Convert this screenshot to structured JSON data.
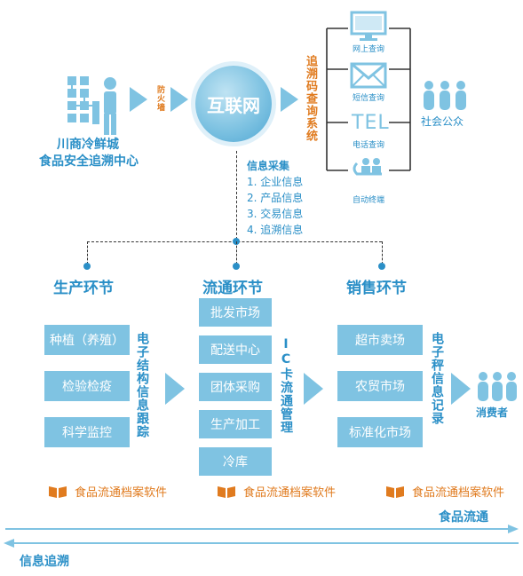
{
  "center": {
    "line1": "川商冷鲜城",
    "line2": "食品安全追溯中心"
  },
  "firewall": "防火墙",
  "internet": "互联网",
  "query_system": "追溯码查询系统",
  "query_methods": [
    "网上查询",
    "短信查询",
    "电话查询",
    "自动终端"
  ],
  "tel_text": "TEL",
  "public": "社会公众",
  "info_collection": {
    "title": "信息采集",
    "items": [
      "1.  企业信息",
      "2.  产品信息",
      "3.  交易信息",
      "4.  追溯信息"
    ]
  },
  "stages": {
    "production": {
      "title": "生产环节",
      "items": [
        "种植（养殖）",
        "检验检疫",
        "科学监控"
      ],
      "side": "电子结构信息跟踪"
    },
    "circulation": {
      "title": "流通环节",
      "items": [
        "批发市场",
        "配送中心",
        "团体采购",
        "生产加工",
        "冷库"
      ],
      "side": "IC卡流通管理"
    },
    "sales": {
      "title": "销售环节",
      "items": [
        "超市卖场",
        "农贸市场",
        "标准化市场"
      ],
      "side": "电子秤信息记录"
    }
  },
  "consumer": "消费者",
  "archive_label": "食品流通档案软件",
  "food_flow": "食品流通",
  "info_trace": "信息追溯",
  "colors": {
    "blue": "#2a8fc7",
    "light_blue": "#7fc3e2",
    "orange": "#e07b1f"
  }
}
